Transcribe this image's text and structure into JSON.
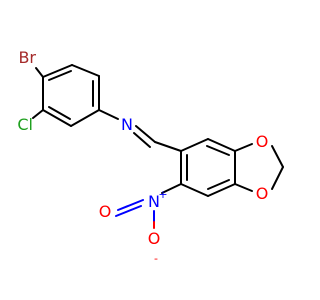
{
  "colors": {
    "carbon": "#000000",
    "bromine": "#a52a2a",
    "chlorine": "#1fa01f",
    "nitrogen": "#0000ff",
    "oxygen": "#ff0000",
    "background": "#ffffff"
  },
  "atoms": {
    "br": "Br",
    "cl": "Cl",
    "n_imine": "N",
    "n_nitro": "N",
    "n_nitro_charge": "+",
    "o_nitro_double": "O",
    "o_nitro_single": "O",
    "o_nitro_charge": "-",
    "o_dioxole_top": "O",
    "o_dioxole_bottom": "O"
  }
}
